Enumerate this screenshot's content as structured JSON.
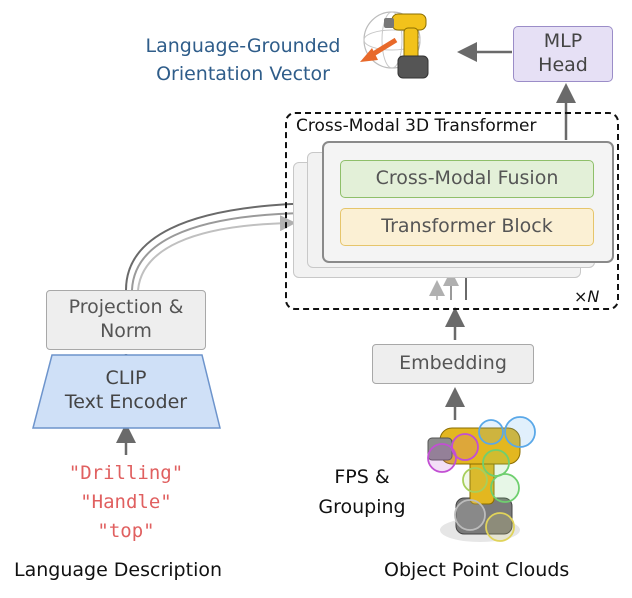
{
  "output_label_line1": "Language-Grounded",
  "output_label_line2": "Orientation Vector",
  "mlp_line1": "MLP",
  "mlp_line2": "Head",
  "transformer_title": "Cross-Modal 3D Transformer",
  "fusion_label": "Cross-Modal Fusion",
  "block_label": "Transformer Block",
  "repeat_label": "×N",
  "projection_line1": "Projection &",
  "projection_line2": "Norm",
  "clip_line1": "CLIP",
  "clip_line2": "Text Encoder",
  "embedding_label": "Embedding",
  "fps_line1": "FPS &",
  "fps_line2": "Grouping",
  "prompts": [
    "\"Drilling\"",
    "\"Handle\"",
    "\"top\""
  ],
  "caption_left": "Language Description",
  "caption_right": "Object Point Clouds",
  "colors": {
    "output_text": "#2f5d8a",
    "mlp_fill": "#e6e0f5",
    "mlp_border": "#9b8dc8",
    "fusion_fill": "#e3f0d8",
    "fusion_border": "#8fbf6a",
    "block_fill": "#fbf0d4",
    "block_border": "#e6c56b",
    "clip_fill": "#cfe0f7",
    "clip_border": "#6d94cc",
    "prompt_text": "#e06060"
  },
  "icons": [
    "orientation-arrow-icon",
    "drill-object-icon",
    "point-cloud-drill-icon"
  ]
}
